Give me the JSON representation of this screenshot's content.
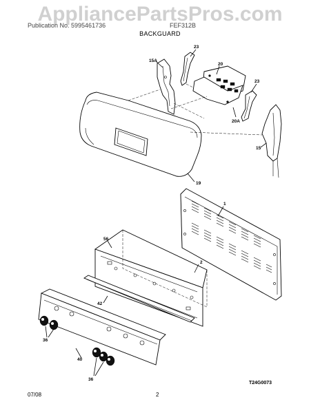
{
  "watermark": "AppliancePartsPros.com",
  "header": {
    "left_text": "Publication No. 5995461736",
    "right_text": "FEF312B",
    "section_title": "BACKGUARD"
  },
  "callouts": {
    "c15a": "15A",
    "c23_top": "23",
    "c20": "20",
    "c23_right": "23",
    "c20a": "20A",
    "c15": "15",
    "c19": "19",
    "c1": "1",
    "c56": "56",
    "c2": "2",
    "c42": "42",
    "c36_left": "36",
    "c40": "40",
    "c36_bottom": "36"
  },
  "figure_code": "T24G0073",
  "footer": {
    "date": "07/08",
    "page_number": "2"
  }
}
